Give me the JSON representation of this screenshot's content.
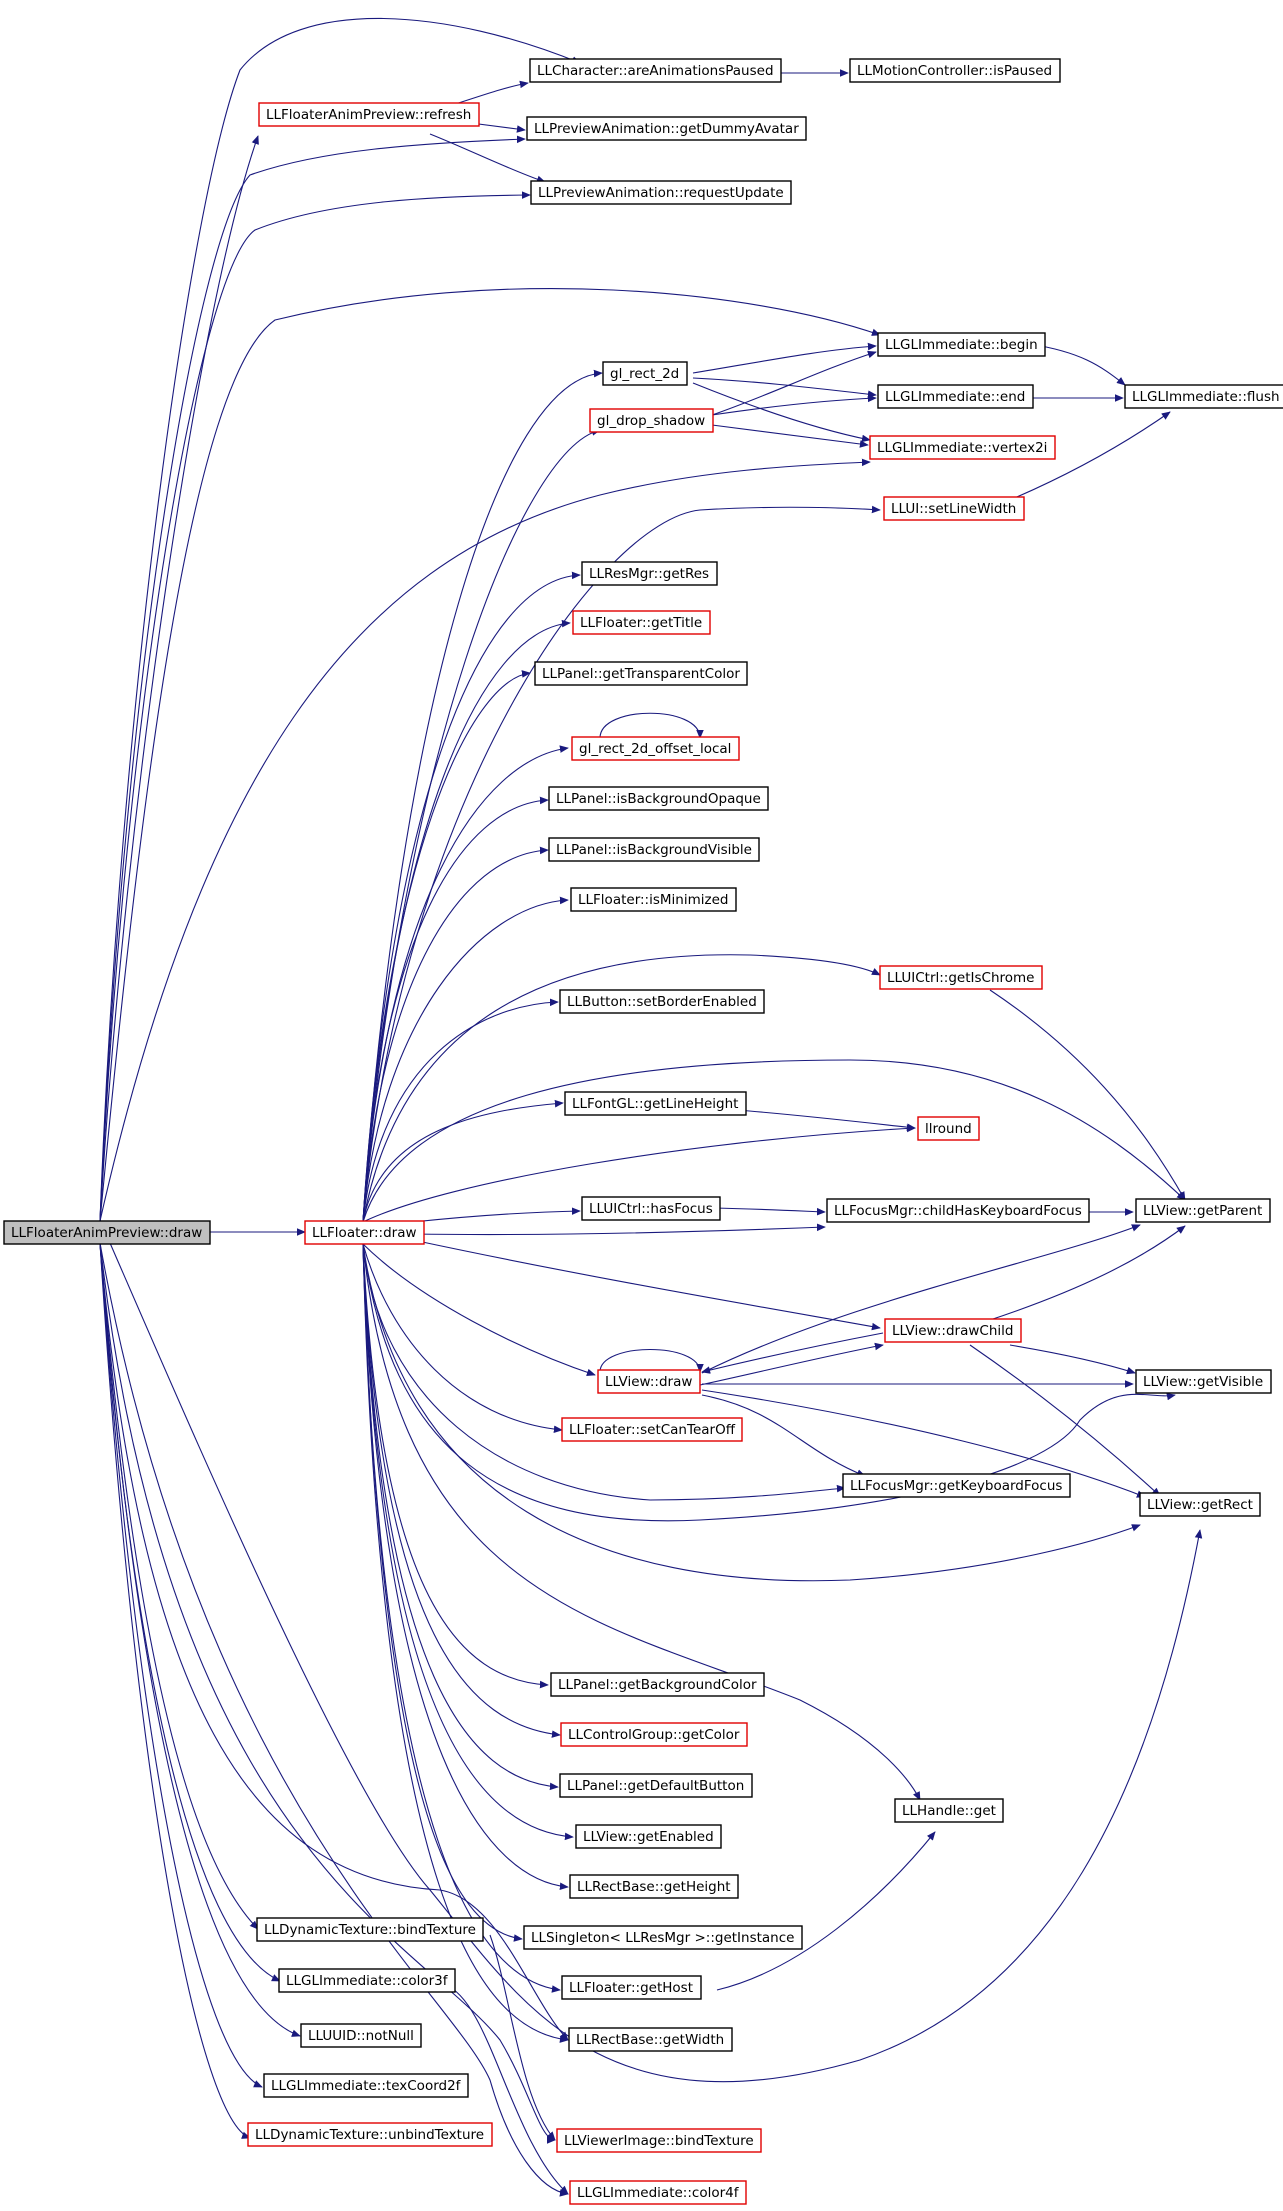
{
  "diagram": {
    "colors": {
      "edge": "#1a1a7e",
      "border_normal": "#000000",
      "border_truncated": "#e00000",
      "fill_normal": "#ffffff",
      "fill_root": "#bfbfbf"
    },
    "nodes": [
      {
        "id": "root",
        "label": "LLFloaterAnimPreview::draw",
        "style": "root"
      },
      {
        "id": "refresh",
        "label": "LLFloaterAnimPreview::refresh",
        "style": "truncated"
      },
      {
        "id": "areAnimPaused",
        "label": "LLCharacter::areAnimationsPaused",
        "style": "normal"
      },
      {
        "id": "isPaused",
        "label": "LLMotionController::isPaused",
        "style": "normal"
      },
      {
        "id": "getDummyAvatar",
        "label": "LLPreviewAnimation::getDummyAvatar",
        "style": "normal"
      },
      {
        "id": "requestUpdate",
        "label": "LLPreviewAnimation::requestUpdate",
        "style": "normal"
      },
      {
        "id": "glrect2d",
        "label": "gl_rect_2d",
        "style": "normal"
      },
      {
        "id": "gldrop",
        "label": "gl_drop_shadow",
        "style": "truncated"
      },
      {
        "id": "begin",
        "label": "LLGLImmediate::begin",
        "style": "normal"
      },
      {
        "id": "end",
        "label": "LLGLImmediate::end",
        "style": "normal"
      },
      {
        "id": "flush",
        "label": "LLGLImmediate::flush",
        "style": "normal"
      },
      {
        "id": "vertex2i",
        "label": "LLGLImmediate::vertex2i",
        "style": "truncated"
      },
      {
        "id": "setLineWidth",
        "label": "LLUI::setLineWidth",
        "style": "truncated"
      },
      {
        "id": "getRes",
        "label": "LLResMgr::getRes",
        "style": "normal"
      },
      {
        "id": "getTitle",
        "label": "LLFloater::getTitle",
        "style": "truncated"
      },
      {
        "id": "getTransparentColor",
        "label": "LLPanel::getTransparentColor",
        "style": "normal"
      },
      {
        "id": "offsetLocal",
        "label": "gl_rect_2d_offset_local",
        "style": "truncated"
      },
      {
        "id": "isBgOpaque",
        "label": "LLPanel::isBackgroundOpaque",
        "style": "normal"
      },
      {
        "id": "isBgVisible",
        "label": "LLPanel::isBackgroundVisible",
        "style": "normal"
      },
      {
        "id": "isMinimized",
        "label": "LLFloater::isMinimized",
        "style": "normal"
      },
      {
        "id": "getIsChrome",
        "label": "LLUICtrl::getIsChrome",
        "style": "truncated"
      },
      {
        "id": "setBorderEnabled",
        "label": "LLButton::setBorderEnabled",
        "style": "normal"
      },
      {
        "id": "getLineHeight",
        "label": "LLFontGL::getLineHeight",
        "style": "normal"
      },
      {
        "id": "llround",
        "label": "llround",
        "style": "truncated"
      },
      {
        "id": "floaterDraw",
        "label": "LLFloater::draw",
        "style": "truncated"
      },
      {
        "id": "hasFocus",
        "label": "LLUICtrl::hasFocus",
        "style": "normal"
      },
      {
        "id": "childHasKbFocus",
        "label": "LLFocusMgr::childHasKeyboardFocus",
        "style": "normal"
      },
      {
        "id": "getParent",
        "label": "LLView::getParent",
        "style": "normal"
      },
      {
        "id": "drawChild",
        "label": "LLView::drawChild",
        "style": "truncated"
      },
      {
        "id": "viewDraw",
        "label": "LLView::draw",
        "style": "truncated"
      },
      {
        "id": "getVisible",
        "label": "LLView::getVisible",
        "style": "normal"
      },
      {
        "id": "setCanTearOff",
        "label": "LLFloater::setCanTearOff",
        "style": "truncated"
      },
      {
        "id": "getKbFocus",
        "label": "LLFocusMgr::getKeyboardFocus",
        "style": "normal"
      },
      {
        "id": "getRect",
        "label": "LLView::getRect",
        "style": "normal"
      },
      {
        "id": "getBgColor",
        "label": "LLPanel::getBackgroundColor",
        "style": "normal"
      },
      {
        "id": "getColor",
        "label": "LLControlGroup::getColor",
        "style": "truncated"
      },
      {
        "id": "getDefaultButton",
        "label": "LLPanel::getDefaultButton",
        "style": "normal"
      },
      {
        "id": "llhandleGet",
        "label": "LLHandle::get",
        "style": "normal"
      },
      {
        "id": "getEnabled",
        "label": "LLView::getEnabled",
        "style": "normal"
      },
      {
        "id": "getHeight",
        "label": "LLRectBase::getHeight",
        "style": "normal"
      },
      {
        "id": "bindTexDyn",
        "label": "LLDynamicTexture::bindTexture",
        "style": "normal"
      },
      {
        "id": "getInstance",
        "label": "LLSingleton< LLResMgr >::getInstance",
        "style": "normal"
      },
      {
        "id": "color3f",
        "label": "LLGLImmediate::color3f",
        "style": "normal"
      },
      {
        "id": "getHost",
        "label": "LLFloater::getHost",
        "style": "normal"
      },
      {
        "id": "notNull",
        "label": "LLUUID::notNull",
        "style": "normal"
      },
      {
        "id": "getWidth",
        "label": "LLRectBase::getWidth",
        "style": "normal"
      },
      {
        "id": "texCoord2f",
        "label": "LLGLImmediate::texCoord2f",
        "style": "normal"
      },
      {
        "id": "unbindTex",
        "label": "LLDynamicTexture::unbindTexture",
        "style": "truncated"
      },
      {
        "id": "bindTexImg",
        "label": "LLViewerImage::bindTexture",
        "style": "truncated"
      },
      {
        "id": "color4f",
        "label": "LLGLImmediate::color4f",
        "style": "truncated"
      }
    ]
  }
}
